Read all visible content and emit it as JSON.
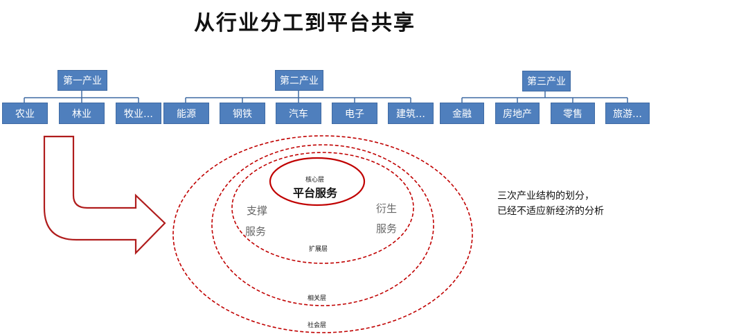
{
  "title": "从行业分工到平台共享",
  "sectors": [
    {
      "label": "第一产业",
      "industries": [
        "农业",
        "林业",
        "牧业…"
      ]
    },
    {
      "label": "第二产业",
      "industries": [
        "能源",
        "钢铁",
        "汽车",
        "电子",
        "建筑…"
      ]
    },
    {
      "label": "第三产业",
      "industries": [
        "金融",
        "房地产",
        "零售",
        "旅游…"
      ]
    }
  ],
  "layers": {
    "core_tag": "核心层",
    "core_label": "平台服务",
    "support_line1": "支撑",
    "support_line2": "服务",
    "derived_line1": "衍生",
    "derived_line2": "服务",
    "extension": "扩展层",
    "related": "相关层",
    "social": "社会层"
  },
  "note": {
    "line1": "三次产业结构的划分，",
    "line2": "已经不适应新经济的分析"
  },
  "colors": {
    "box": "#4f7fbd",
    "line": "#3f6aa3",
    "red": "#c00000"
  }
}
